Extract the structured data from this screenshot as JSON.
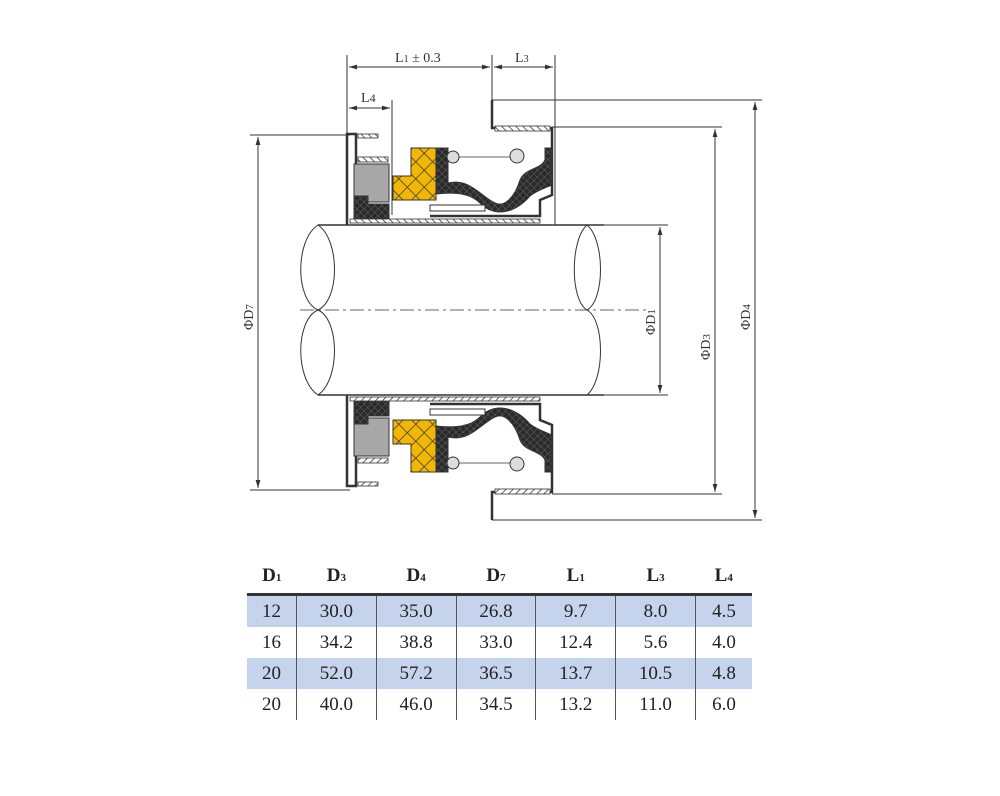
{
  "dimensions": {
    "L1": {
      "base": "L",
      "sub": "1",
      "suffix": " ± 0.3"
    },
    "L3": {
      "base": "L",
      "sub": "3"
    },
    "L4": {
      "base": "L",
      "sub": "4"
    },
    "D7": {
      "base": "ΦD",
      "sub": "7"
    },
    "D1": {
      "base": "ΦD",
      "sub": "1"
    },
    "D3": {
      "base": "ΦD",
      "sub": "3"
    },
    "D4": {
      "base": "ΦD",
      "sub": "4"
    }
  },
  "colors": {
    "face": "#f2b705",
    "elastomer": "#2a2a2a",
    "seat": "#a8a8a8",
    "row_shade": "#c5d3ec"
  },
  "table": {
    "headers": [
      {
        "base": "D",
        "sub": "1"
      },
      {
        "base": "D",
        "sub": "3"
      },
      {
        "base": "D",
        "sub": "4"
      },
      {
        "base": "D",
        "sub": "7"
      },
      {
        "base": "L",
        "sub": "1"
      },
      {
        "base": "L",
        "sub": "3"
      },
      {
        "base": "L",
        "sub": "4"
      }
    ],
    "rows": [
      [
        "12",
        "30.0",
        "35.0",
        "26.8",
        "9.7",
        "8.0",
        "4.5"
      ],
      [
        "16",
        "34.2",
        "38.8",
        "33.0",
        "12.4",
        "5.6",
        "4.0"
      ],
      [
        "20",
        "52.0",
        "57.2",
        "36.5",
        "13.7",
        "10.5",
        "4.8"
      ],
      [
        "20",
        "40.0",
        "46.0",
        "34.5",
        "13.2",
        "11.0",
        "6.0"
      ]
    ]
  }
}
